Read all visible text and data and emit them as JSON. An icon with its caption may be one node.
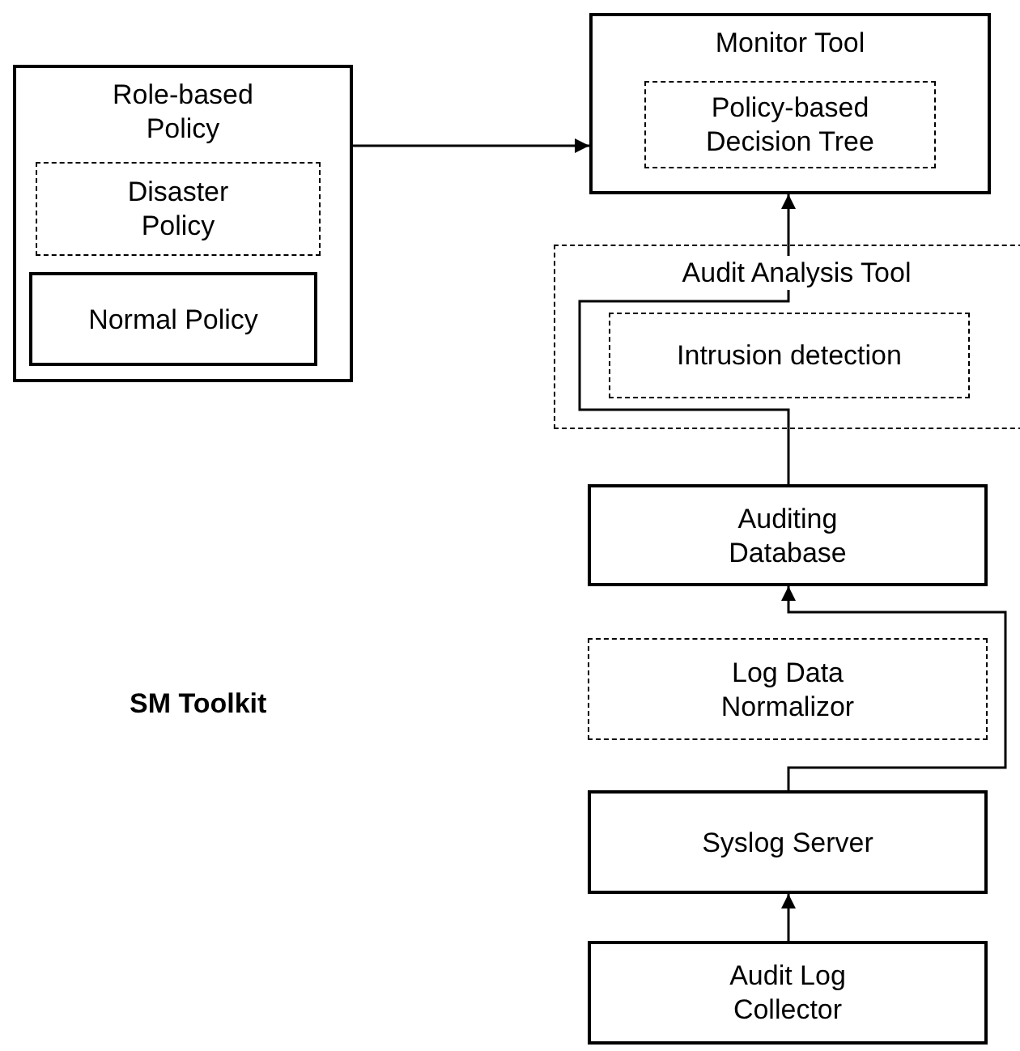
{
  "diagram": {
    "nodes": [
      {
        "text": [
          "Role-based Policy"
        ]
      },
      {
        "text": [
          "Disaster Policy"
        ],
        "in": 0
      },
      {
        "text": [
          "Normal Policy"
        ],
        "in": 0
      },
      {
        "text": [
          "Monitor Tool"
        ]
      },
      {
        "text": [
          "Policy-based Decision Tree"
        ],
        "in": 3
      },
      {
        "text": [
          "Audit Analysis Tool"
        ]
      },
      {
        "text": [
          "Intrusion detection"
        ],
        "in": 5
      },
      {
        "text": [
          "Auditing Database"
        ]
      },
      {
        "text": [
          "Log Data Normalizor"
        ]
      },
      {
        "text": [
          "Syslog Server"
        ]
      },
      {
        "text": [
          "Audit Log Collector"
        ]
      }
    ],
    "edges": [
      {
        "from": 0,
        "to": 3,
        "arrow": "to"
      },
      {
        "from": 7,
        "to": 3,
        "arrow": "to"
      },
      {
        "from": 9,
        "to": 7,
        "arrow": "to"
      },
      {
        "from": 10,
        "to": 9,
        "arrow": "to"
      }
    ],
    "labels": [
      "SM Toolkit"
    ]
  }
}
